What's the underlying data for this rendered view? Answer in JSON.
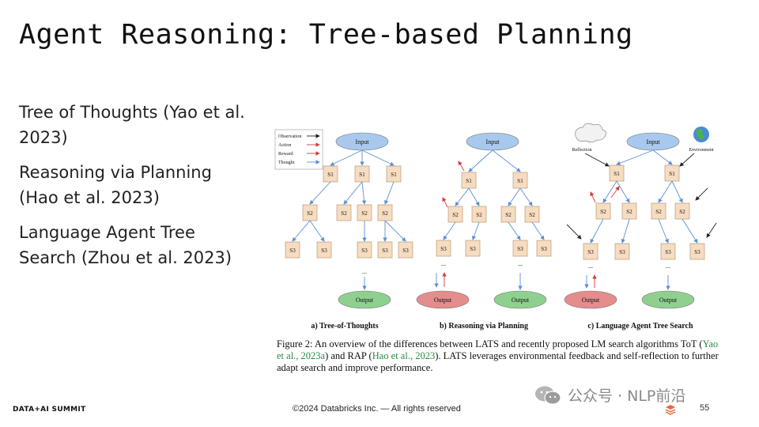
{
  "slide": {
    "title": "Agent Reasoning: Tree-based Planning",
    "bullets": [
      "Tree of Thoughts (Yao et al. 2023)",
      "Reasoning via Planning (Hao et al. 2023)",
      "Language Agent Tree Search (Zhou et al. 2023)"
    ]
  },
  "figure": {
    "legend": [
      "Observation",
      "Action",
      "Reward",
      "Thought"
    ],
    "node_labels": {
      "input": "Input",
      "output": "Output",
      "s1": "S1",
      "s2": "S2",
      "s3": "S3",
      "reflection": "Reflection",
      "environment": "Environment",
      "ellipsis": "..."
    },
    "panel_labels": [
      "a) Tree-of-Thoughts",
      "b) Reasoning via Planning",
      "c) Language Agent Tree Search"
    ],
    "caption": {
      "part1": "Figure 2:  An overview of the differences between LATS and recently proposed LM search algorithms ToT (",
      "link1": "Yao et al., 2023a",
      "part2": ") and RAP (",
      "link2": "Hao et al., 2023",
      "part3": "). LATS leverages environmental feedback and self-reflection to further adapt search and improve performance."
    },
    "colors": {
      "input_node": "#a9c8ee",
      "output_green": "#8fd08f",
      "output_red": "#e58c8c",
      "state_box": "#f6dcc0",
      "thought_arrow": "#5b8fd6",
      "reward_arrow": "#d23b3b",
      "action_arrow": "#d9534f",
      "observation_arrow": "#222222"
    }
  },
  "footer": {
    "brand": "DATA+AI SUMMIT",
    "copyright": "©2024 Databricks Inc. — All rights reserved",
    "page": "55",
    "watermark": "公众号 · NLP前沿"
  }
}
